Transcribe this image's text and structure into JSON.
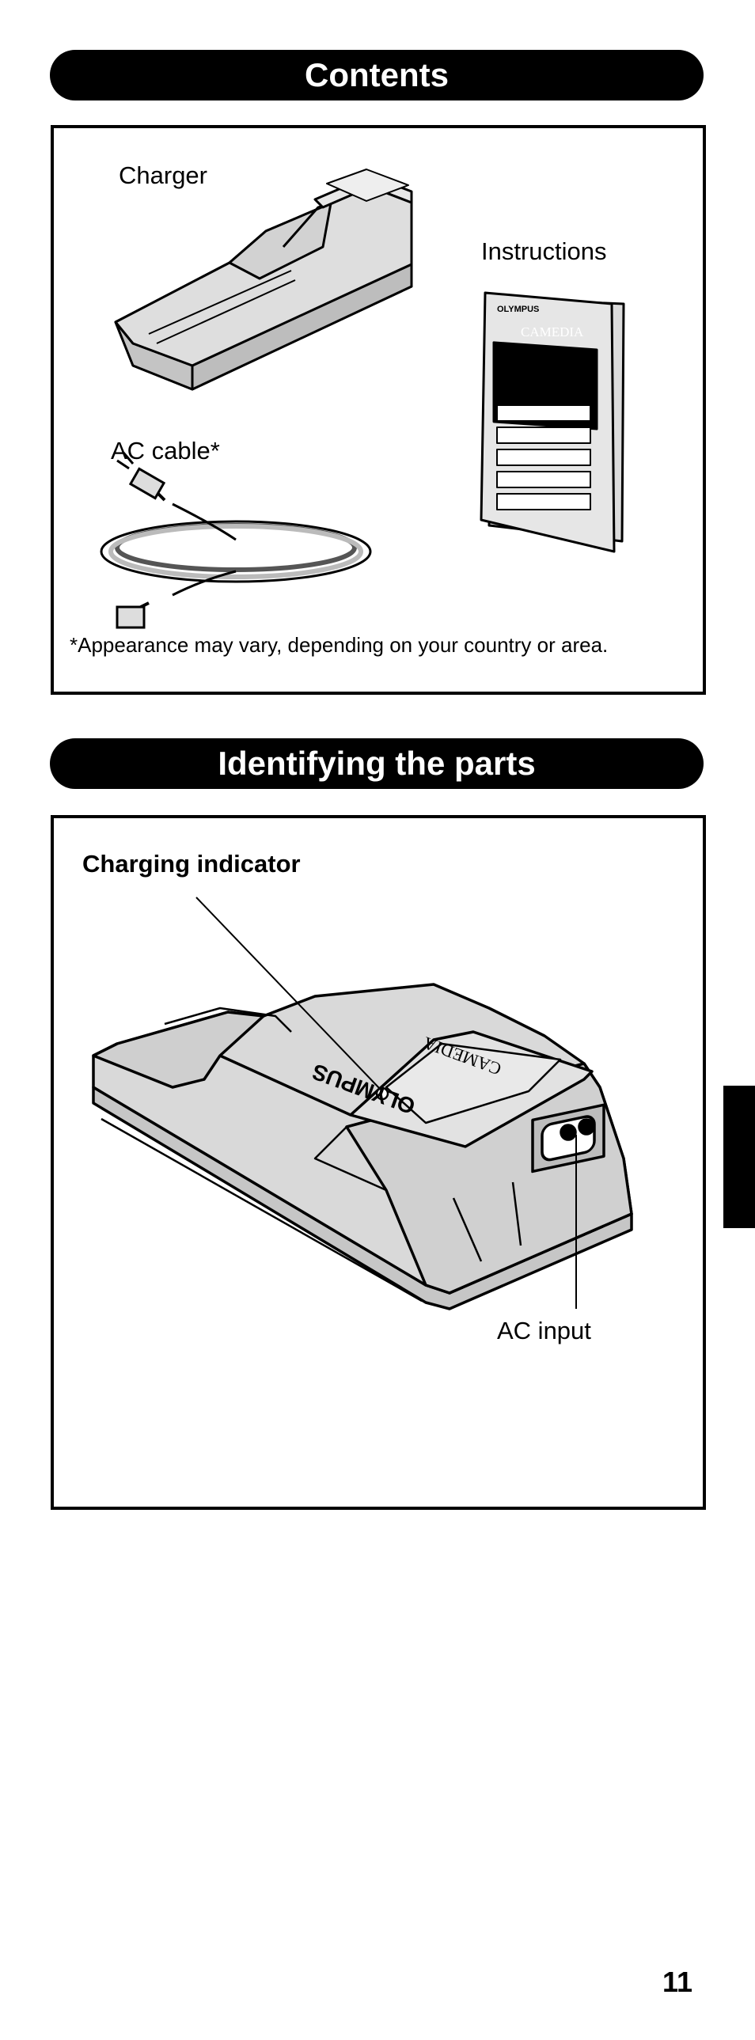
{
  "sections": {
    "contents": {
      "title": "Contents",
      "items": {
        "charger": "Charger",
        "instructions": "Instructions",
        "ac_cable": "AC cable*"
      },
      "footnote": "*Appearance may vary, depending on your country or area.",
      "instructions_brand": "OLYMPUS",
      "instructions_product": "CAMEDIA"
    },
    "parts": {
      "title": "Identifying the parts",
      "charging_indicator": "Charging indicator",
      "ac_input": "AC input",
      "device_brand": "OLYMPUS",
      "device_product": "CAMEDIA"
    }
  },
  "page_number": "11"
}
